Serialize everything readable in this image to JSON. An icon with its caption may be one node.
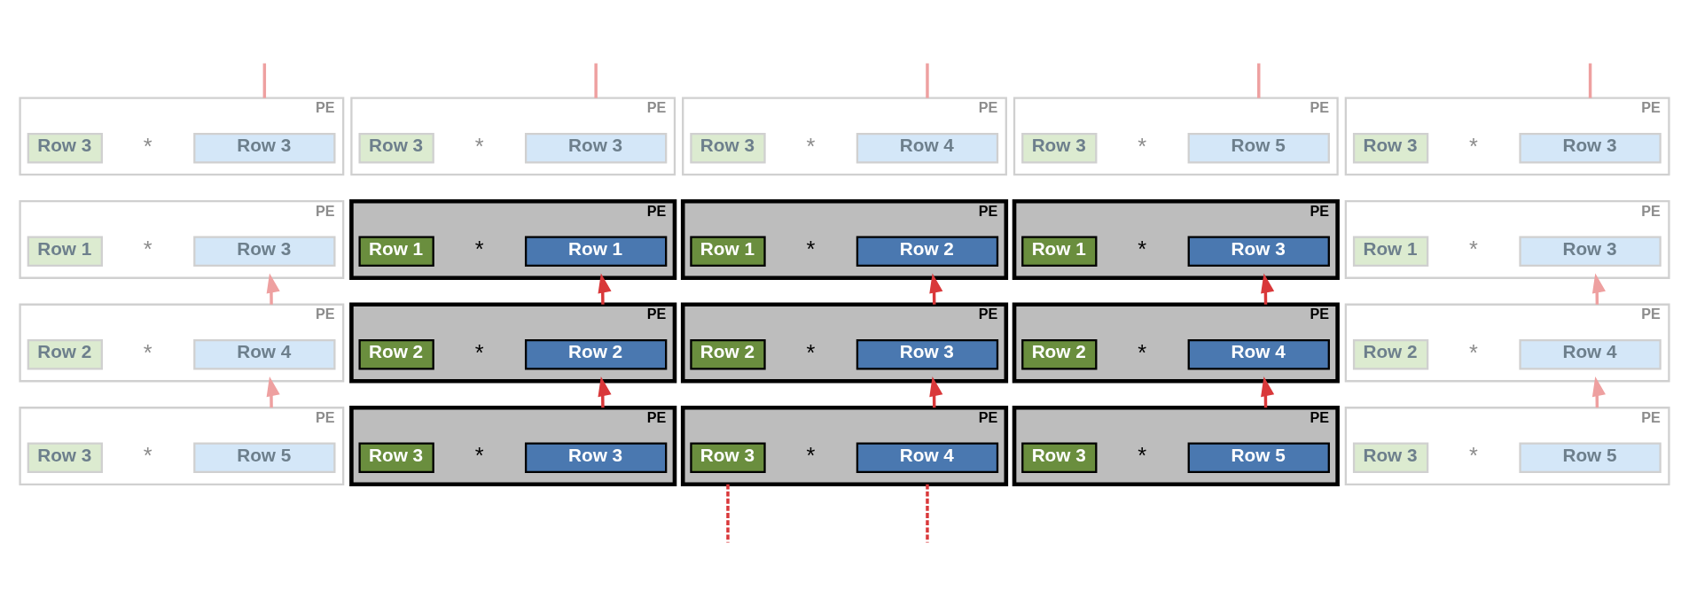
{
  "diagram": {
    "nodes": [
      {
        "text": [
          "PE",
          "*"
        ]
      },
      {
        "text": [
          "Row 3"
        ],
        "in": 0
      },
      {
        "text": [
          "Row 3"
        ],
        "in": 0
      },
      {
        "text": [
          "PE",
          "*"
        ]
      },
      {
        "text": [
          "Row 3"
        ],
        "in": 3
      },
      {
        "text": [
          "Row 3"
        ],
        "in": 3
      },
      {
        "text": [
          "PE",
          "*"
        ]
      },
      {
        "text": [
          "Row 3"
        ],
        "in": 6
      },
      {
        "text": [
          "Row 4"
        ],
        "in": 6
      },
      {
        "text": [
          "PE",
          "*"
        ]
      },
      {
        "text": [
          "Row 3"
        ],
        "in": 9
      },
      {
        "text": [
          "Row 5"
        ],
        "in": 9
      },
      {
        "text": [
          "PE",
          "*"
        ]
      },
      {
        "text": [
          "Row 3"
        ],
        "in": 12
      },
      {
        "text": [
          "Row 3"
        ],
        "in": 12
      },
      {
        "text": [
          "PE",
          "*"
        ]
      },
      {
        "text": [
          "Row 1"
        ],
        "in": 15
      },
      {
        "text": [
          "Row 3"
        ],
        "in": 15
      },
      {
        "text": [
          "PE",
          "*"
        ]
      },
      {
        "text": [
          "Row 1"
        ],
        "in": 18
      },
      {
        "text": [
          "Row 1"
        ],
        "in": 18
      },
      {
        "text": [
          "PE",
          "*"
        ]
      },
      {
        "text": [
          "Row 1"
        ],
        "in": 21
      },
      {
        "text": [
          "Row 2"
        ],
        "in": 21
      },
      {
        "text": [
          "PE",
          "*"
        ]
      },
      {
        "text": [
          "Row 1"
        ],
        "in": 24
      },
      {
        "text": [
          "Row 3"
        ],
        "in": 24
      },
      {
        "text": [
          "PE",
          "*"
        ]
      },
      {
        "text": [
          "Row 1"
        ],
        "in": 27
      },
      {
        "text": [
          "Row 3"
        ],
        "in": 27
      },
      {
        "text": [
          "PE",
          "*"
        ]
      },
      {
        "text": [
          "Row 2"
        ],
        "in": 30
      },
      {
        "text": [
          "Row 4"
        ],
        "in": 30
      },
      {
        "text": [
          "PE",
          "*"
        ]
      },
      {
        "text": [
          "Row 2"
        ],
        "in": 33
      },
      {
        "text": [
          "Row 2"
        ],
        "in": 33
      },
      {
        "text": [
          "PE",
          "*"
        ]
      },
      {
        "text": [
          "Row 2"
        ],
        "in": 36
      },
      {
        "text": [
          "Row 3"
        ],
        "in": 36
      },
      {
        "text": [
          "PE",
          "*"
        ]
      },
      {
        "text": [
          "Row 2"
        ],
        "in": 39
      },
      {
        "text": [
          "Row 4"
        ],
        "in": 39
      },
      {
        "text": [
          "PE",
          "*"
        ]
      },
      {
        "text": [
          "Row 2"
        ],
        "in": 42
      },
      {
        "text": [
          "Row 4"
        ],
        "in": 42
      },
      {
        "text": [
          "PE",
          "*"
        ]
      },
      {
        "text": [
          "Row 3"
        ],
        "in": 45
      },
      {
        "text": [
          "Row 5"
        ],
        "in": 45
      },
      {
        "text": [
          "PE",
          "*"
        ]
      },
      {
        "text": [
          "Row 3"
        ],
        "in": 48
      },
      {
        "text": [
          "Row 3"
        ],
        "in": 48
      },
      {
        "text": [
          "PE",
          "*"
        ]
      },
      {
        "text": [
          "Row 3"
        ],
        "in": 51
      },
      {
        "text": [
          "Row 4"
        ],
        "in": 51
      },
      {
        "text": [
          "PE",
          "*"
        ]
      },
      {
        "text": [
          "Row 3"
        ],
        "in": 54
      },
      {
        "text": [
          "Row 5"
        ],
        "in": 54
      },
      {
        "text": [
          "PE",
          "*"
        ]
      },
      {
        "text": [
          "Row 3"
        ],
        "in": 57
      },
      {
        "text": [
          "Row 5"
        ],
        "in": 57
      }
    ],
    "edges": [
      {
        "from": null,
        "to": 0,
        "arrow": "none"
      },
      {
        "from": null,
        "to": 3,
        "arrow": "none"
      },
      {
        "from": null,
        "to": 6,
        "arrow": "none"
      },
      {
        "from": null,
        "to": 9,
        "arrow": "none"
      },
      {
        "from": null,
        "to": 12,
        "arrow": "none"
      },
      {
        "from": 45,
        "to": 30,
        "arrow": "to"
      },
      {
        "from": 30,
        "to": 15,
        "arrow": "to"
      },
      {
        "from": 48,
        "to": 33,
        "arrow": "to",
        "color": "#d9383a"
      },
      {
        "from": 33,
        "to": 18,
        "arrow": "to",
        "color": "#d9383a"
      },
      {
        "from": 51,
        "to": 36,
        "arrow": "to",
        "color": "#d9383a"
      },
      {
        "from": 36,
        "to": 21,
        "arrow": "to",
        "color": "#d9383a"
      },
      {
        "from": 54,
        "to": 39,
        "arrow": "to",
        "color": "#d9383a"
      },
      {
        "from": 39,
        "to": 24,
        "arrow": "to",
        "color": "#d9383a"
      },
      {
        "from": 57,
        "to": 42,
        "arrow": "to"
      },
      {
        "from": 42,
        "to": 27,
        "arrow": "to"
      },
      {
        "from": 51,
        "to": null,
        "arrow": "none",
        "style": "dashed",
        "color": "#d9383a"
      },
      {
        "from": 51,
        "to": null,
        "arrow": "none",
        "style": "dashed",
        "color": "#d9383a"
      }
    ]
  }
}
